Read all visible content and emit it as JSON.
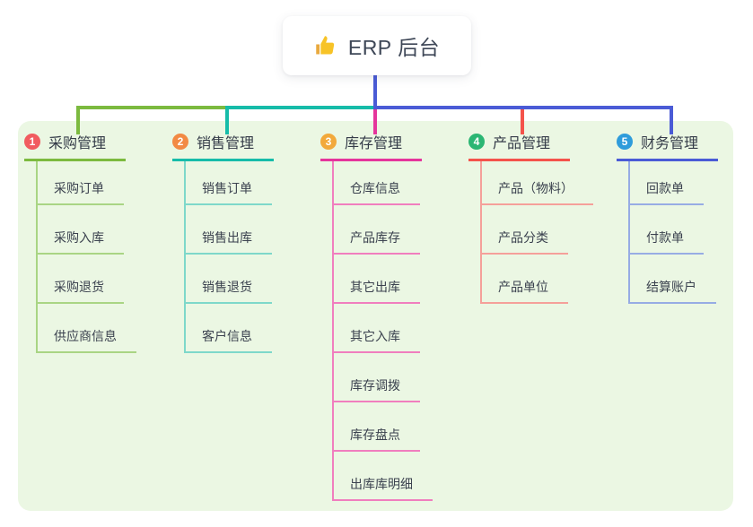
{
  "root": {
    "title": "ERP 后台",
    "icon": "thumbs-up-icon"
  },
  "branches": [
    {
      "index": "1",
      "label": "采购管理",
      "badge_color": "#F15B5F",
      "line_color": "#7CBA3F",
      "child_line_color": "#A9D584",
      "children": [
        "采购订单",
        "采购入库",
        "采购退货",
        "供应商信息"
      ]
    },
    {
      "index": "2",
      "label": "销售管理",
      "badge_color": "#F28A44",
      "line_color": "#16BCA9",
      "child_line_color": "#7ED8CA",
      "children": [
        "销售订单",
        "销售出库",
        "销售退货",
        "客户信息"
      ]
    },
    {
      "index": "3",
      "label": "库存管理",
      "badge_color": "#F2A93B",
      "line_color": "#E5359C",
      "child_line_color": "#F07EBE",
      "children": [
        "仓库信息",
        "产品库存",
        "其它出库",
        "其它入库",
        "库存调拨",
        "库存盘点",
        "出库库明细"
      ]
    },
    {
      "index": "4",
      "label": "产品管理",
      "badge_color": "#2BB673",
      "line_color": "#F4534B",
      "child_line_color": "#F5A09A",
      "children": [
        "产品（物料）",
        "产品分类",
        "产品单位"
      ]
    },
    {
      "index": "5",
      "label": "财务管理",
      "badge_color": "#2F9CDB",
      "line_color": "#4A5BD6",
      "child_line_color": "#97ACE4",
      "children": [
        "回款单",
        "付款单",
        "结算账户"
      ]
    }
  ],
  "colors": {
    "panel_bg": "#EBF7E3",
    "root_edge_blue": "#4A5BD6",
    "text_dark": "#343B48"
  }
}
